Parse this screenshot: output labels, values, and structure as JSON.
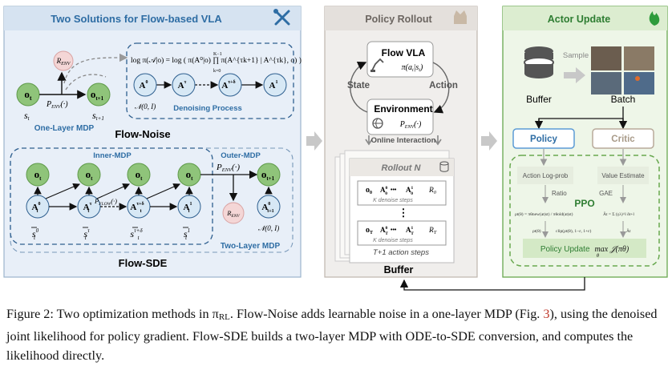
{
  "colors": {
    "panel_fill": "#e8eff8",
    "panel_border": "#9bb3cc",
    "node_green": "#8fc47a",
    "node_blue": "#d7e8f5",
    "node_pink": "#f4d6d6",
    "gray_panel": "#f0eeec",
    "green_panel": "#eef6e8",
    "green_border": "#68a84f",
    "title_blue": "#2e6da4",
    "title_green": "#2e7d32"
  },
  "panel1": {
    "title": "Two Solutions for Flow-based VLA",
    "tool_icon": "tools-icon",
    "flow_noise": {
      "R_env": "R",
      "R_env_sub": "ENV",
      "o_t": "o",
      "o_t_sub": "t",
      "o_t1": "o",
      "o_t1_sub": "t+1",
      "P_env": "P",
      "P_env_sub": "ENV",
      "P_env_arg": "(·)",
      "s_t": "s",
      "s_t_sub": "t",
      "s_t1": "s",
      "s_t1_sub": "t+1",
      "mdp_label": "One-Layer MDP",
      "formula": "log π(𝒜|o) = log ( π(A⁰|o) ∏ π(A^{τk+1} | A^{τk}, o) )",
      "formula_prod_top": "K−1",
      "formula_prod_bottom": "k=0",
      "chain": [
        "A",
        "A",
        "A",
        "A"
      ],
      "chain_sup": [
        "0",
        "τ",
        "τ+δ",
        "1"
      ],
      "noise_init": "𝒩(0, I)",
      "denoise_label": "Denoising Process",
      "name": "Flow-Noise"
    },
    "flow_sde": {
      "inner_label": "Inner-MDP",
      "outer_label": "Outer-MDP",
      "top_nodes": [
        "o",
        "o",
        "o",
        "o"
      ],
      "top_sub": [
        "t",
        "t",
        "t",
        "t"
      ],
      "A_nodes": [
        "A",
        "A",
        "A",
        "A"
      ],
      "A_sup": [
        "0",
        "τ",
        "τ+δ",
        "1"
      ],
      "A_sub": "t",
      "P_flow": "P",
      "P_flow_sub": "FLOW",
      "P_flow_arg": "(·)",
      "s_bar": [
        "s",
        "s",
        "s",
        "s"
      ],
      "s_bar_sup": [
        "0",
        "τ",
        "τ+δ",
        "1"
      ],
      "s_bar_sub": "t",
      "outer_P": "P",
      "outer_P_sub": "ENV",
      "outer_P_arg": "(·)",
      "o_next": "o",
      "o_next_sub": "t+1",
      "R_env": "R",
      "R_env_sub": "ENV",
      "A_next": "A",
      "A_next_sup": "0",
      "A_next_sub": "t+1",
      "noise_init": "𝒩(0, I)",
      "two_layer_label": "Two-Layer MDP",
      "name": "Flow-SDE"
    }
  },
  "panel2": {
    "title": "Policy Rollout",
    "icon": "crown-box-icon",
    "flow_vla_label": "Flow VLA",
    "flow_vla_formula": "π(a",
    "flow_vla_formula_sub": "t",
    "flow_vla_formula_mid": "|s",
    "flow_vla_formula_sub2": "t",
    "flow_vla_formula_end": ")",
    "state_label": "State",
    "action_label": "Action",
    "env_label": "Environment",
    "env_formula": "P",
    "env_formula_sub": "ENV",
    "env_formula_arg": "(·)",
    "online_label": "Online Interaction",
    "rollout_title": "Rollout N",
    "rows": [
      {
        "o": "o",
        "o_sub": "0",
        "a0": "A",
        "a0_sup": "0",
        "a0_sub": "0",
        "a1": "A",
        "a1_sup": "1",
        "a1_sub": "0",
        "r": "R",
        "r_sub": "0",
        "note": "K denoise steps"
      },
      {
        "o": "o",
        "o_sub": "T",
        "a0": "A",
        "a0_sup": "0",
        "a0_sub": "T",
        "a1": "A",
        "a1_sup": "1",
        "a1_sub": "T",
        "r": "R",
        "r_sub": "T",
        "note": "K denoise steps"
      }
    ],
    "ellipsis": "⋮",
    "dots": "•••",
    "steps_label": "T+1 action steps",
    "buffer_label": "Buffer"
  },
  "panel3": {
    "title": "Actor Update",
    "icon": "flame-icon",
    "buffer_label": "Buffer",
    "sample_label": "Sample",
    "batch_label": "Batch",
    "policy_label": "Policy",
    "critic_label": "Critic",
    "logprob_label": "Action Log-prob",
    "value_label": "Value Estimate",
    "ratio_label": "Ratio",
    "gae_label": "GAE",
    "ppo_label": "PPO",
    "ratio_formula": "ρt(θ) = πθnew(at|st) / πθold(at|st)",
    "gae_formula": "Ât = Σ (γλ)^l δt+l",
    "rho_label": "ρt(θ)",
    "clip_label": "clip(ρt(θ), 1−ε, 1+ε)",
    "adv_label": "Ât",
    "update_label": "Policy Update",
    "update_formula": "max 𝒥(πθ)",
    "update_sub": "θ"
  },
  "caption": {
    "p1": "Figure 2: Two optimization methods in π",
    "p1_sub": "RL",
    "p2": ". Flow-Noise adds learnable noise in a one-layer MDP (Fig. ",
    "ref": "3",
    "p3": "), using the denoised joint likelihood for policy gradient. Flow-SDE builds a two-layer MDP with ODE-to-SDE conversion, and computes the likelihood directly."
  }
}
